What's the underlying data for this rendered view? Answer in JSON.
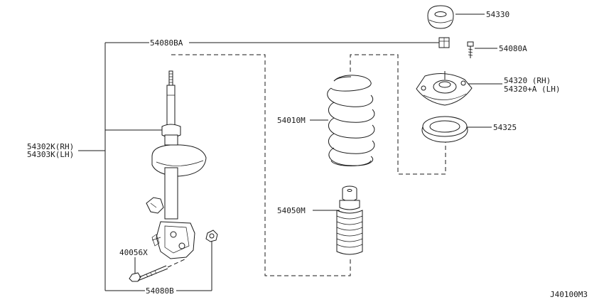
{
  "parts": {
    "top_mount_cap": "54330",
    "upper_nut_label": "54080BA",
    "mount_bolt": "54080A",
    "mount_insulator_rh": "54320 (RH)",
    "mount_insulator_lh": "54320+A (LH)",
    "coil_spring": "54010M",
    "spring_seat": "54325",
    "strut_rh": "54302K(RH)",
    "strut_lh": "54303K(LH)",
    "bump_stop": "54050M",
    "lower_bolt": "40056X",
    "lower_nut": "54080B"
  },
  "diagram_code": "J40100M3"
}
